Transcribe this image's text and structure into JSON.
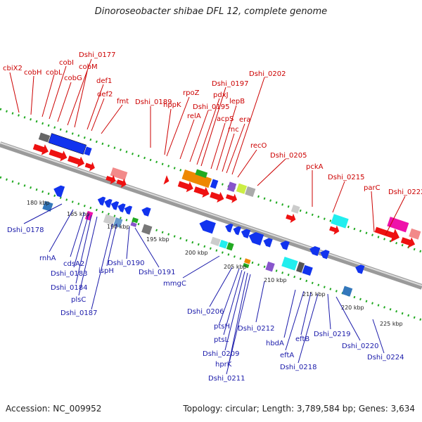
{
  "title": "Dinoroseobacter shibae DFL 12, complete genome",
  "footer": {
    "accession": "Accession: NC_009952",
    "topology": "Topology: circular; Length: 3,789,584 bp; Genes: 3,634"
  },
  "colors": {
    "forward_label": "#cc0000",
    "reverse_label": "#1a1aaa",
    "forward_gene": "#ee1111",
    "reverse_gene": "#1133ee",
    "backbone": "#888888",
    "scale_dots": "#22aa22"
  },
  "ticks": [
    "180 kbp",
    "185 kbp",
    "190 kbp",
    "195 kbp",
    "200 kbp",
    "205 kbp",
    "210 kbp",
    "215 kbp",
    "220 kbp",
    "225 kbp"
  ],
  "forward_genes": [
    "cbiX2",
    "cobH",
    "cobL",
    "cobI",
    "cobG",
    "Dshi_0177",
    "cobM",
    "def1",
    "def2",
    "fmt",
    "Dshi_0189",
    "rpoZ",
    "hppK",
    "relA",
    "Dshi_0195",
    "pdxJ",
    "Dshi_0197",
    "acpS",
    "lepB",
    "rnc",
    "era",
    "Dshi_0202",
    "recO",
    "Dshi_0205",
    "pckA",
    "Dshi_0215",
    "parC",
    "Dshi_0222"
  ],
  "reverse_genes": [
    "Dshi_0178",
    "rnhA",
    "cdsA2",
    "Dshi_0183",
    "Dshi_0184",
    "plsC",
    "Dshi_0187",
    "ispH",
    "Dshi_0190",
    "Dshi_0191",
    "mmgC",
    "Dshi_0206",
    "ptsH",
    "ptsL",
    "Dshi_0209",
    "hprK",
    "Dshi_0211",
    "Dshi_0212",
    "hbdA",
    "eftA",
    "eftB",
    "Dshi_0218",
    "Dshi_0219",
    "Dshi_0220",
    "Dshi_0224"
  ]
}
